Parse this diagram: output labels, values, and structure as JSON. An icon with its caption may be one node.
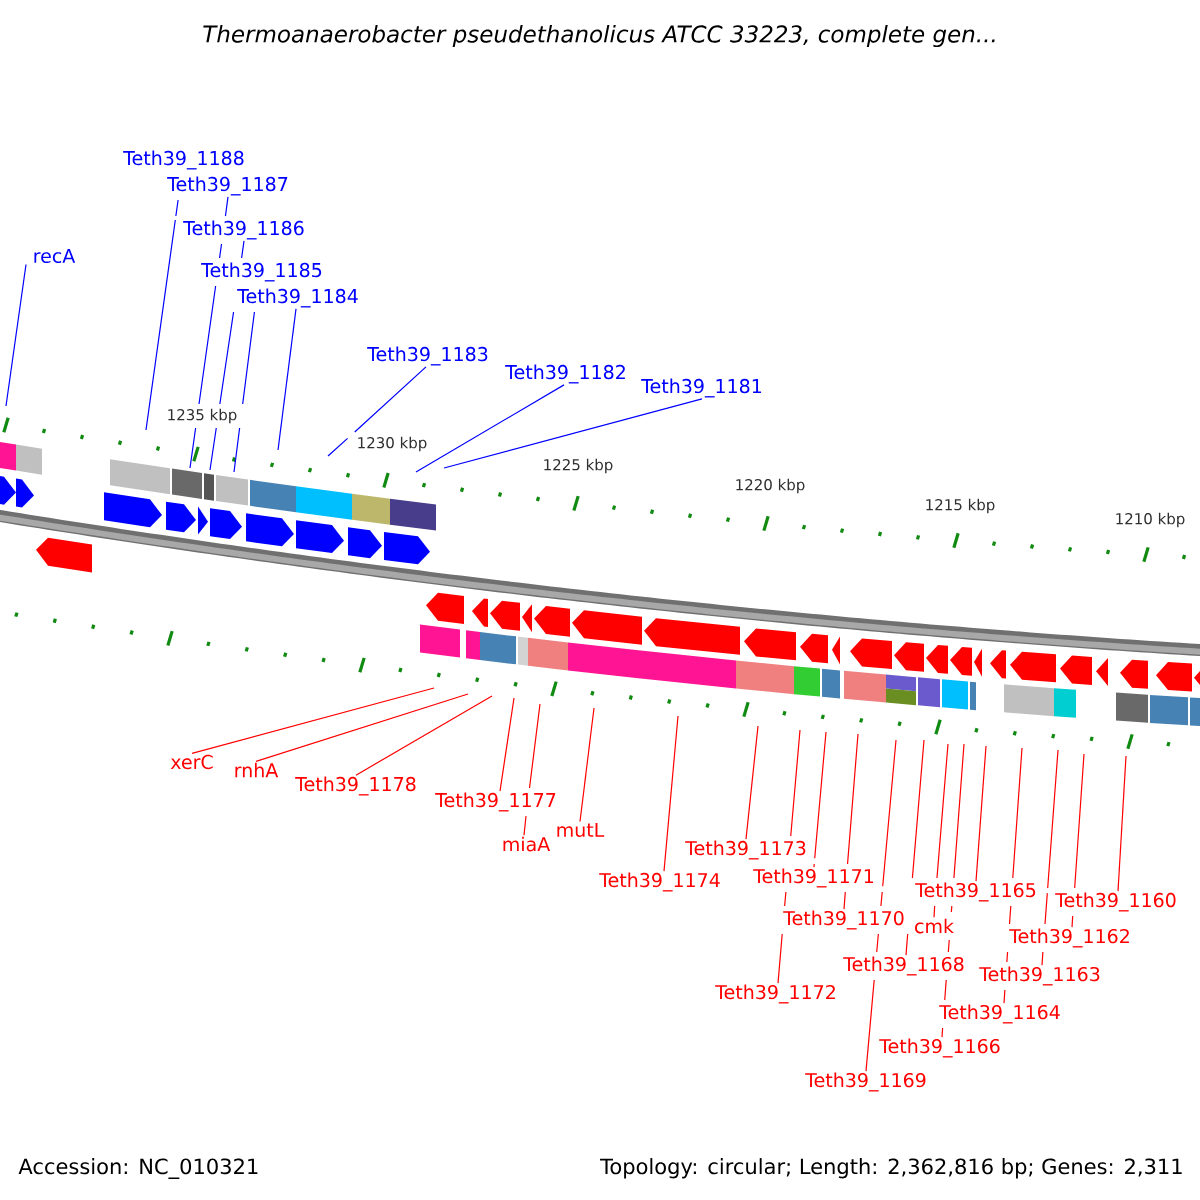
{
  "diagram": {
    "title": "Thermoanaerobacter pseudethanolicus ATCC 33223, complete gen...",
    "nodes": [
      {
        "text": [
          "Teth39_1188"
        ]
      },
      {
        "text": [
          "Teth39_1187"
        ]
      },
      {
        "text": [
          "Teth39_1186"
        ]
      },
      {
        "text": [
          "recA"
        ]
      },
      {
        "text": [
          "Teth39_1185"
        ]
      },
      {
        "text": [
          "Teth39_1184"
        ]
      },
      {
        "text": [
          "Teth39_1183"
        ]
      },
      {
        "text": [
          "Teth39_1182"
        ]
      },
      {
        "text": [
          "Teth39_1181"
        ]
      },
      {
        "text": [
          "xerC"
        ]
      },
      {
        "text": [
          "rnhA"
        ]
      },
      {
        "text": [
          "Teth39_1178"
        ]
      },
      {
        "text": [
          "Teth39_1177"
        ]
      },
      {
        "text": [
          "mutL"
        ]
      },
      {
        "text": [
          "miaA"
        ]
      },
      {
        "text": [
          "Teth39_1173"
        ]
      },
      {
        "text": [
          "Teth39_1171"
        ]
      },
      {
        "text": [
          "Teth39_1174"
        ]
      },
      {
        "text": [
          "Teth39_1165"
        ]
      },
      {
        "text": [
          "Teth39_1160"
        ]
      },
      {
        "text": [
          "Teth39_1170"
        ]
      },
      {
        "text": [
          "cmk"
        ]
      },
      {
        "text": [
          "Teth39_1162"
        ]
      },
      {
        "text": [
          "Teth39_1168"
        ]
      },
      {
        "text": [
          "Teth39_1163"
        ]
      },
      {
        "text": [
          "Teth39_1172"
        ]
      },
      {
        "text": [
          "Teth39_1164"
        ]
      },
      {
        "text": [
          "Teth39_1166"
        ]
      },
      {
        "text": [
          "Teth39_1169"
        ]
      }
    ],
    "edges": [
      {
        "from": 0,
        "to": null,
        "arrow": "none",
        "color": "#0000ff"
      },
      {
        "from": 1,
        "to": null,
        "arrow": "none",
        "color": "#0000ff"
      },
      {
        "from": 2,
        "to": null,
        "arrow": "none",
        "color": "#0000ff"
      },
      {
        "from": 3,
        "to": null,
        "arrow": "none",
        "color": "#0000ff"
      },
      {
        "from": 4,
        "to": null,
        "arrow": "none",
        "color": "#0000ff"
      },
      {
        "from": 5,
        "to": null,
        "arrow": "none",
        "color": "#0000ff"
      },
      {
        "from": 6,
        "to": null,
        "arrow": "none",
        "color": "#0000ff"
      },
      {
        "from": 7,
        "to": null,
        "arrow": "none",
        "color": "#0000ff"
      },
      {
        "from": 8,
        "to": null,
        "arrow": "none",
        "color": "#0000ff"
      },
      {
        "from": 9,
        "to": null,
        "arrow": "none"
      },
      {
        "from": 10,
        "to": null,
        "arrow": "none"
      },
      {
        "from": 11,
        "to": null,
        "arrow": "none"
      },
      {
        "from": 12,
        "to": null,
        "arrow": "none"
      },
      {
        "from": 13,
        "to": null,
        "arrow": "none"
      },
      {
        "from": 14,
        "to": null,
        "arrow": "none"
      },
      {
        "from": 15,
        "to": null,
        "arrow": "none"
      },
      {
        "from": 16,
        "to": null,
        "arrow": "none"
      },
      {
        "from": 17,
        "to": null,
        "arrow": "none"
      },
      {
        "from": 18,
        "to": null,
        "arrow": "none"
      },
      {
        "from": 19,
        "to": null,
        "arrow": "none"
      },
      {
        "from": 20,
        "to": null,
        "arrow": "none"
      },
      {
        "from": 21,
        "to": null,
        "arrow": "none"
      },
      {
        "from": 22,
        "to": null,
        "arrow": "none"
      },
      {
        "from": 23,
        "to": null,
        "arrow": "none"
      },
      {
        "from": 24,
        "to": null,
        "arrow": "none"
      },
      {
        "from": 25,
        "to": null,
        "arrow": "none"
      },
      {
        "from": 26,
        "to": null,
        "arrow": "none"
      },
      {
        "from": 27,
        "to": null,
        "arrow": "none"
      },
      {
        "from": 28,
        "to": null,
        "arrow": "none"
      }
    ],
    "labels": [
      "1235 kbp",
      "1230 kbp",
      "1225 kbp",
      "1220 kbp",
      "1215 kbp",
      "1210 kbp",
      "Accession: NC_010321",
      "Topology: circular; Length: 2,362,816 bp; Genes: 2,311"
    ]
  }
}
